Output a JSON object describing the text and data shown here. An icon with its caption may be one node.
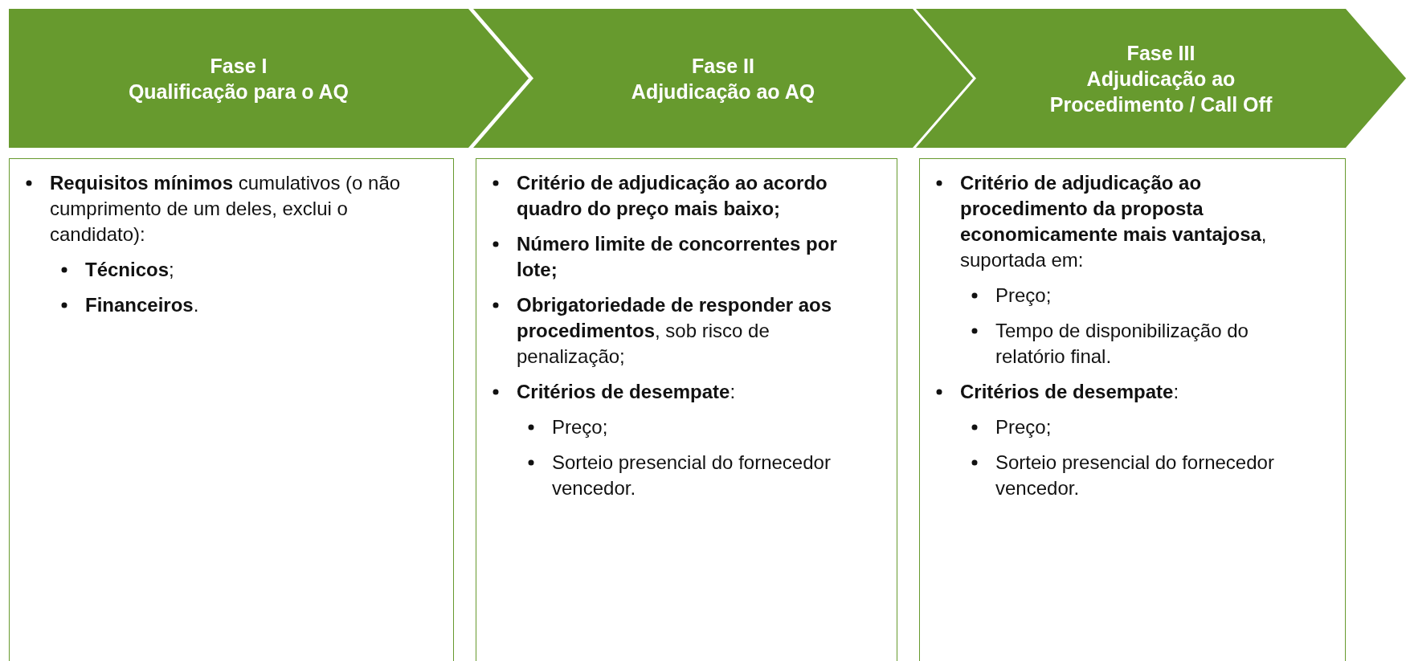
{
  "diagram": {
    "nodes": [
      {
        "text": [
          "Fase I",
          "Qualificação para o AQ"
        ]
      },
      {
        "text": [
          "Fase II",
          "Adjudicação ao AQ"
        ]
      },
      {
        "text": [
          "Fase III",
          "Adjudicação ao Procedimento / Call Off"
        ]
      },
      {
        "text": [
          "**Requisitos mínimos** cumulativos (o não cumprimento de um deles, exclui o candidato):",
          "**Técnicos**;",
          "**Financeiros**."
        ]
      },
      {
        "text": [
          "Critério de adjudicação ao acordo quadro do preço mais baixo;",
          "Número limite de concorrentes por lote;",
          "**Obrigatoriedade de responder aos procedimentos**, sob risco de penalização;",
          "**Critérios de desempate**:",
          "Preço;",
          "Sorteio presencial do fornecedor vencedor."
        ]
      },
      {
        "text": [
          "**Critério de adjudicação ao procedimento da proposta economicamente mais vantajosa**, suportada em:",
          "Preço;",
          "Tempo de disponibilização do relatório final.",
          "**Critérios de desempate**:",
          "Preço;",
          "Sorteio presencial do fornecedor vencedor."
        ]
      }
    ],
    "edges": []
  }
}
